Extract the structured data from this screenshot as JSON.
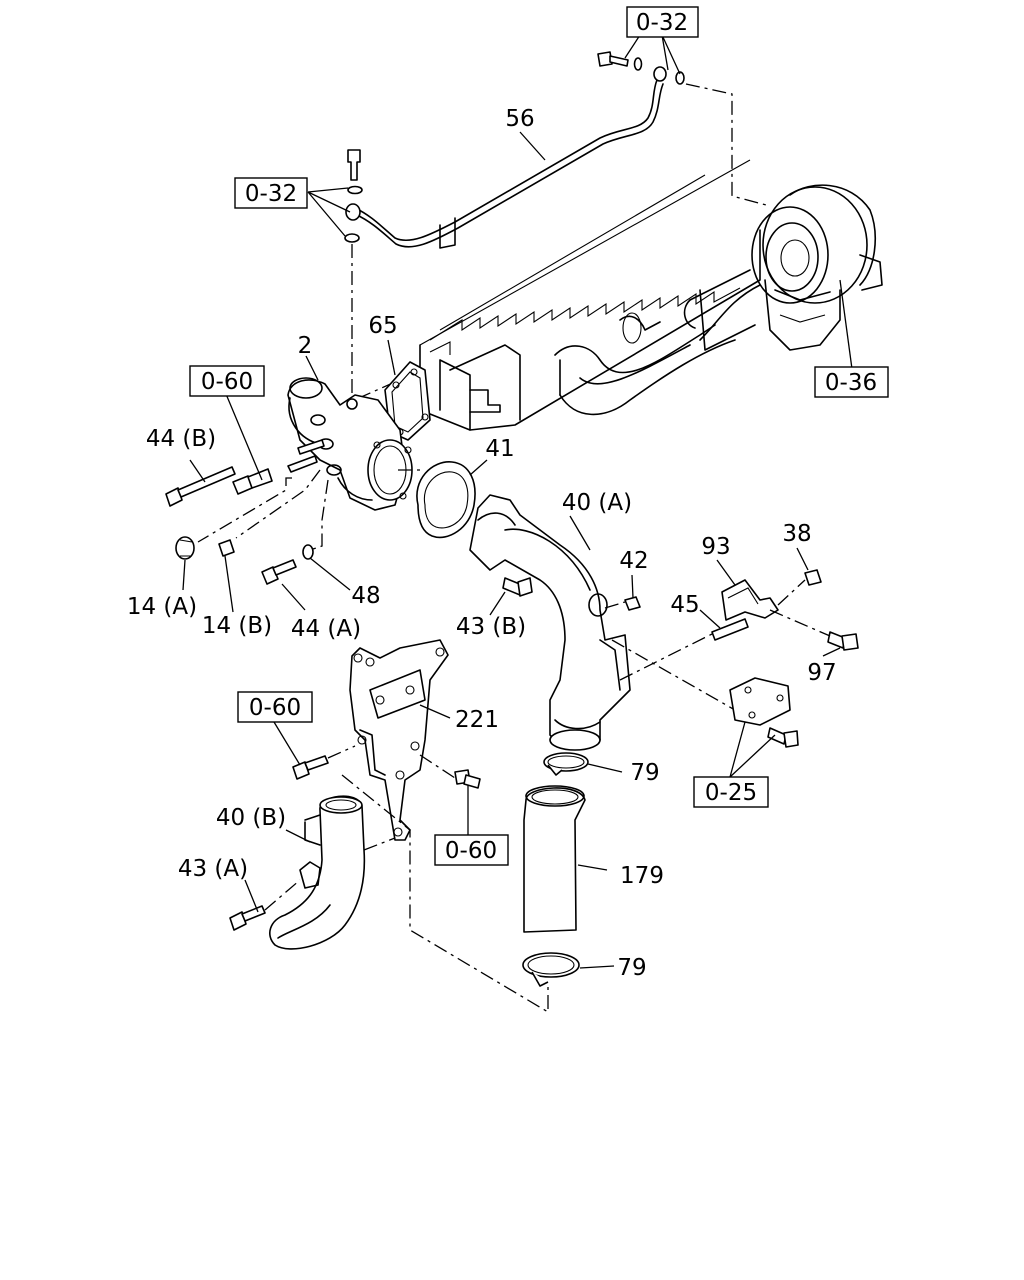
{
  "ref_boxes": {
    "r0_32_top": "0-32",
    "r0_32_left": "0-32",
    "r0_60_upper": "0-60",
    "r0_36": "0-36",
    "r0_60_mid": "0-60",
    "r0_60_lower": "0-60",
    "r0_25": "0-25"
  },
  "callouts": {
    "c56": "56",
    "c65": "65",
    "c2": "2",
    "c44b": "44 (B)",
    "c41": "41",
    "c40a": "40 (A)",
    "c42": "42",
    "c93": "93",
    "c38": "38",
    "c45": "45",
    "c97": "97",
    "c14a": "14 (A)",
    "c14b": "14 (B)",
    "c44a": "44 (A)",
    "c48": "48",
    "c43b": "43 (B)",
    "c221": "221",
    "c79_upper": "79",
    "c40b": "40 (B)",
    "c179": "179",
    "c43a": "43 (A)",
    "c79_lower": "79"
  }
}
